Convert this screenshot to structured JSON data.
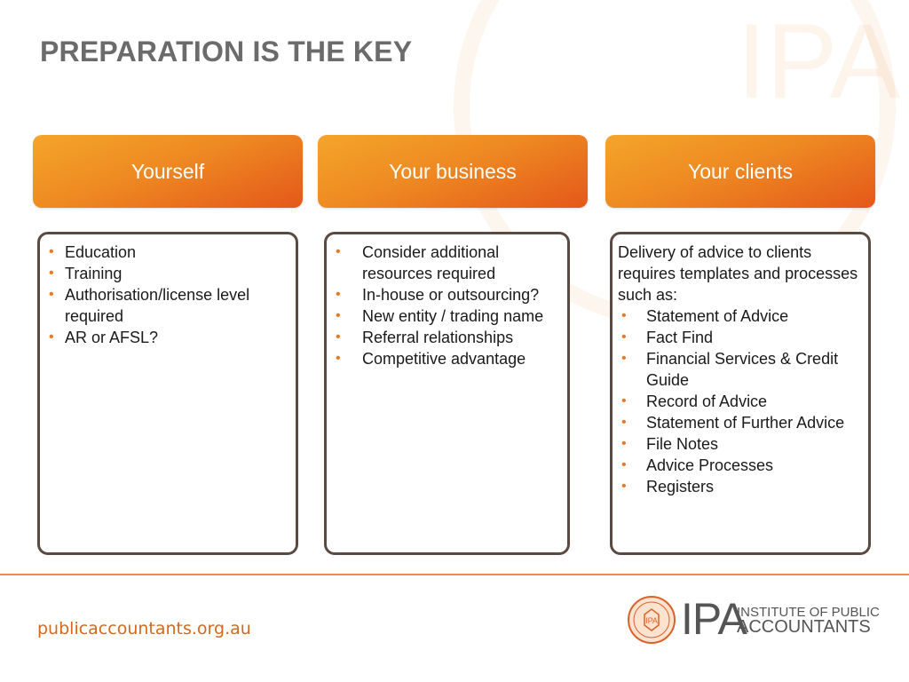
{
  "slide": {
    "title": "PREPARATION IS THE KEY"
  },
  "columns": [
    {
      "header": "Yourself",
      "bullets": [
        "Education",
        "Training",
        "Authorisation/license level required",
        "AR or AFSL?"
      ]
    },
    {
      "header": "Your business",
      "bullets": [
        "Consider additional resources required",
        "In-house or outsourcing?",
        "New entity / trading name",
        "Referral relationships",
        "Competitive advantage"
      ]
    },
    {
      "header": "Your clients",
      "intro": "Delivery of advice to clients requires templates and processes such as:",
      "bullets": [
        "Statement of Advice",
        "Fact Find",
        "Financial Services & Credit Guide",
        "Record of Advice",
        "Statement of Further Advice",
        "File Notes",
        "Advice Processes",
        "Registers"
      ]
    }
  ],
  "footer": {
    "url": "publicaccountants.org.au",
    "logo_abbr": "IPA",
    "logo_line1": "INSTITUTE OF PUBLIC",
    "logo_line2": "ACCOUNTANTS",
    "watermark_text": "IPA"
  },
  "colors": {
    "accent": "#e87a1f",
    "header_gradient_start": "#f4a52a",
    "header_gradient_end": "#e4581a",
    "box_border": "#5a4a42",
    "title_gray": "#6b6b6b"
  },
  "bullet_glyph": "•"
}
